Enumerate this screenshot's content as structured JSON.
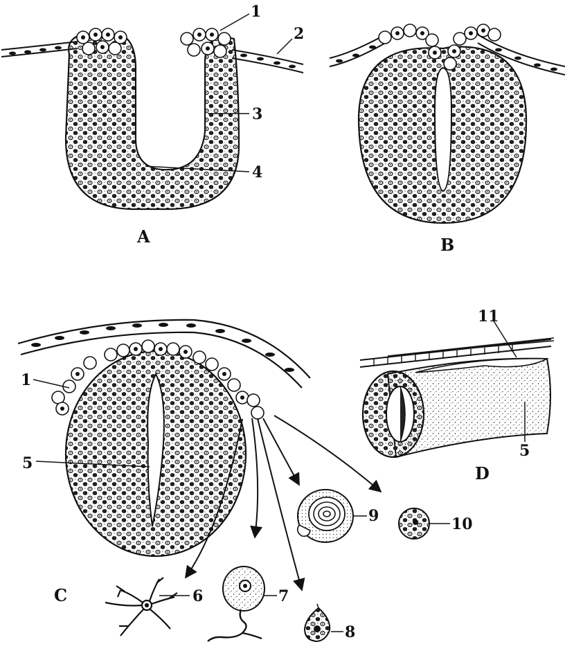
{
  "panels": {
    "a": "A",
    "b": "B",
    "c": "C",
    "d": "D"
  },
  "labels": {
    "l1_top": "1",
    "l2": "2",
    "l3": "3",
    "l4": "4",
    "l1_c": "1",
    "l5_c": "5",
    "l6": "6",
    "l7": "7",
    "l8": "8",
    "l9": "9",
    "l10": "10",
    "l11": "11",
    "l5_d": "5"
  },
  "colors": {
    "ink": "#111111",
    "paper": "#ffffff"
  }
}
